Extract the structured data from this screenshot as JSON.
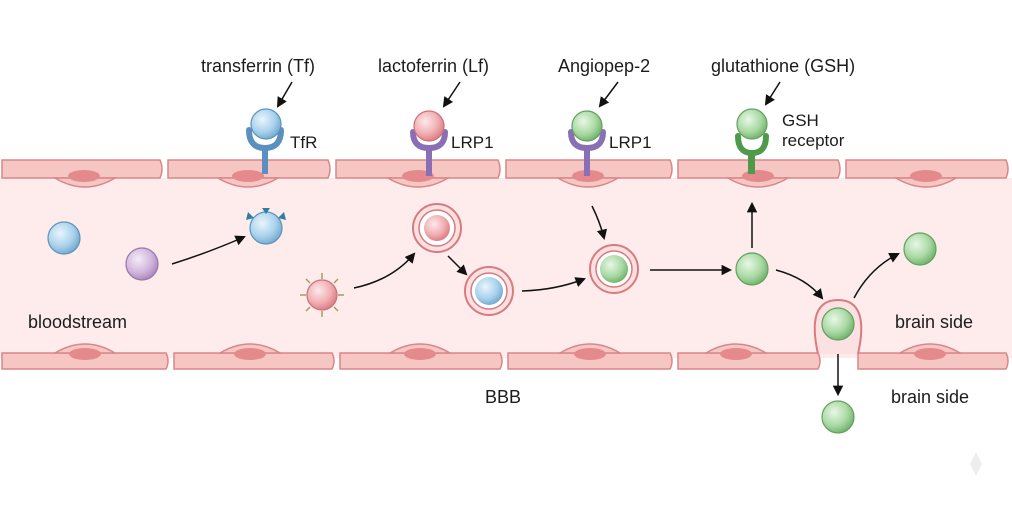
{
  "ligands": {
    "transferrin": "transferrin (Tf)",
    "lactoferrin": "lactoferrin (Lf)",
    "angiopep": "Angiopep-2",
    "glutathione": "glutathione (GSH)"
  },
  "receptors": {
    "tfr": "TfR",
    "lrp1_a": "LRP1",
    "lrp1_b": "LRP1",
    "gsh_line1": "GSH",
    "gsh_line2": "receptor"
  },
  "regions": {
    "bloodstream": "bloodstream",
    "brain_side_inner": "brain side",
    "brain_side_outer": "brain side",
    "bbb": "BBB"
  },
  "colors": {
    "cell_fill": "#f6c6c3",
    "cell_stroke": "#d9868a",
    "nucleus": "#e48a8c",
    "lumen": "#fdeceb",
    "blue": "#a9d2ec",
    "pink": "#f0aeb2",
    "purple": "#d2b6dc",
    "green": "#a9d9a3",
    "arrow": "#111111"
  }
}
